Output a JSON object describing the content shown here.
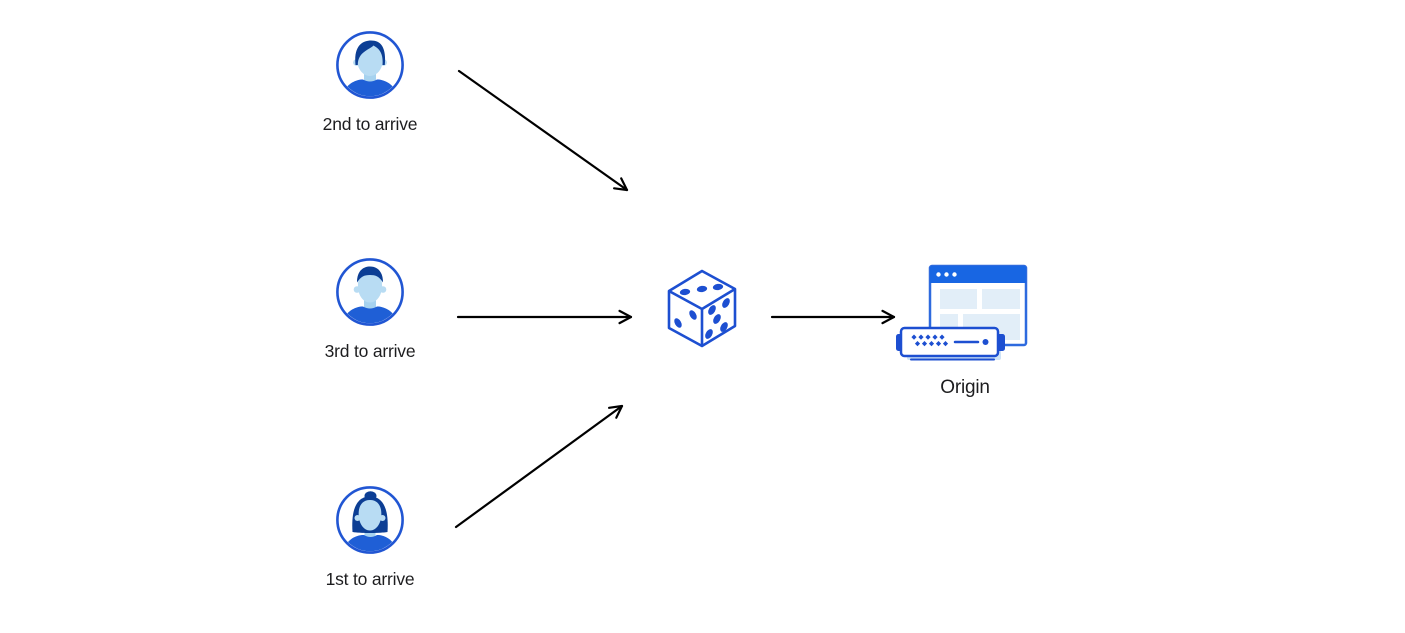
{
  "diagram": {
    "type": "flow-diagram",
    "background": "#ffffff",
    "nodes": {
      "visitor_top": {
        "label": "2nd to arrive",
        "icon": "male-avatar-icon"
      },
      "visitor_middle": {
        "label": "3rd to arrive",
        "icon": "male-avatar-icon"
      },
      "visitor_bottom": {
        "label": "1st to arrive",
        "icon": "female-avatar-icon"
      },
      "randomizer": {
        "icon": "dice-icon"
      },
      "origin": {
        "label": "Origin",
        "icon": "origin-server-icon"
      }
    },
    "edges": [
      {
        "from": "visitor_top",
        "to": "randomizer"
      },
      {
        "from": "visitor_middle",
        "to": "randomizer"
      },
      {
        "from": "visitor_bottom",
        "to": "randomizer"
      },
      {
        "from": "randomizer",
        "to": "origin"
      }
    ],
    "colors": {
      "primary_blue": "#1d4fd1",
      "window_titlebar_blue": "#1866e3",
      "window_border_blue": "#2e6ade",
      "panel_light_blue": "#e2eef8",
      "server_base_blue": "#cfe3f6",
      "avatar_ring_blue": "#2156d3",
      "hair_navy": "#0c3e94",
      "skin_light_blue": "#b8dcf3",
      "neck_blue": "#a6d2ef",
      "shirt_blue": "#1f5fd6",
      "arrow_black": "#000000",
      "label_text": "#1d1d1f"
    }
  }
}
